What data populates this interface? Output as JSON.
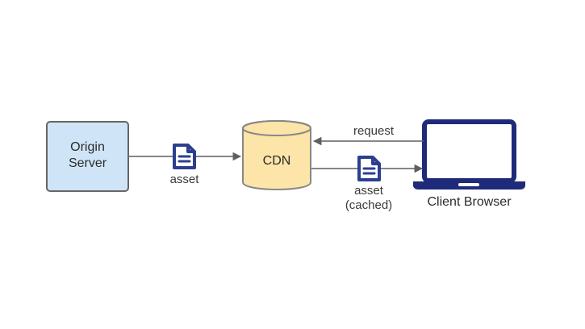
{
  "nodes": {
    "origin_server": {
      "line1": "Origin",
      "line2": "Server"
    },
    "cdn": {
      "label": "CDN"
    },
    "client_browser": {
      "label": "Client Browser"
    }
  },
  "edges": {
    "origin_to_cdn": {
      "label": "asset",
      "icon": "document-icon"
    },
    "browser_to_cdn": {
      "label": "request"
    },
    "cdn_to_browser": {
      "line1": "asset",
      "line2": "(cached)",
      "icon": "document-icon"
    }
  },
  "colors": {
    "origin_fill": "#cfe5f7",
    "origin_stroke": "#666666",
    "cdn_fill": "#fde4a8",
    "cdn_stroke": "#888888",
    "laptop": "#1f2a7a",
    "icon": "#2c3f8f",
    "arrow": "#5f5f5f"
  }
}
